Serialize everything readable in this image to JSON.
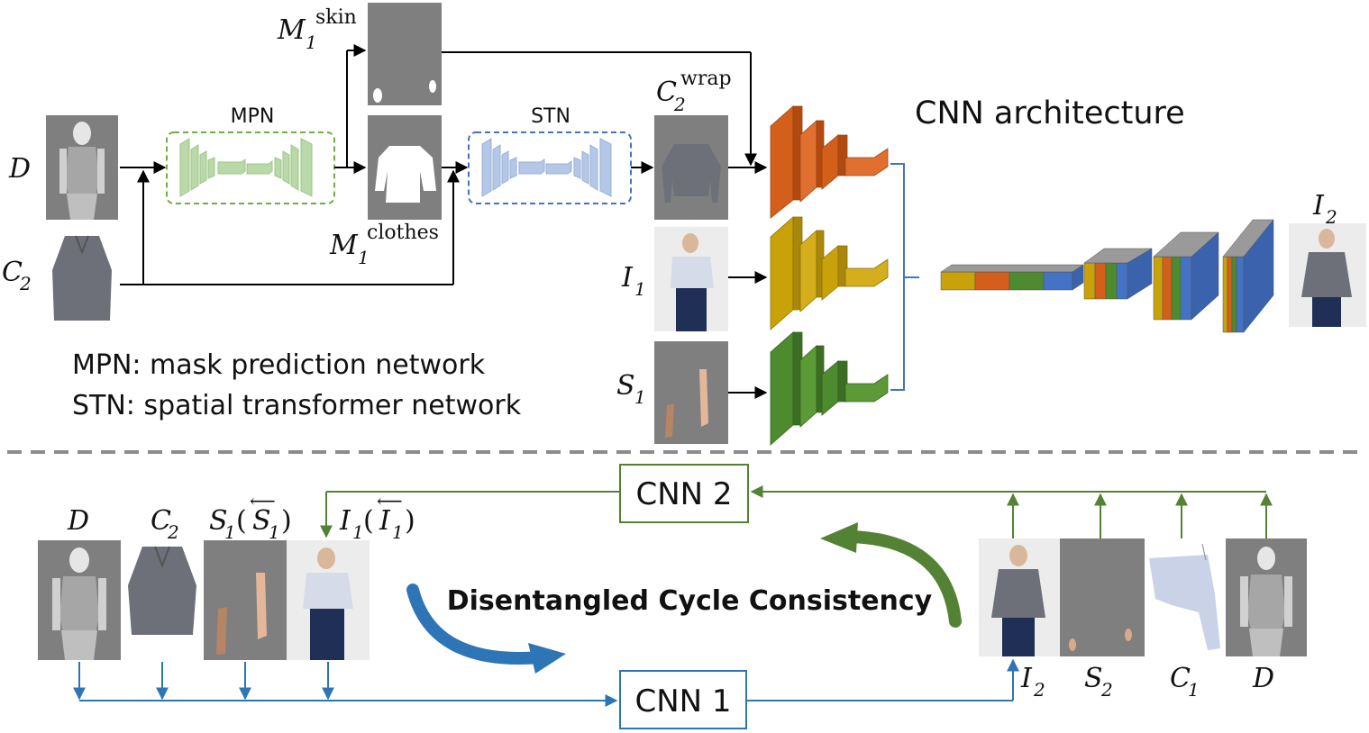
{
  "title": "CNN architecture",
  "legend": {
    "mpn": "MPN: mask prediction network",
    "stn": "STN: spatial transformer network"
  },
  "modules": {
    "mpn": "MPN",
    "stn": "STN"
  },
  "cycle": {
    "cnn1": "CNN 1",
    "cnn2": "CNN 2",
    "label": "Disentangled Cycle Consistency"
  },
  "symbols": {
    "D": "D",
    "C": "C",
    "M": "M",
    "I": "I",
    "S": "S",
    "sub1": "1",
    "sub2": "2",
    "skin": "skin",
    "clothes": "clothes",
    "wrap": "wrap",
    "lparen": "(",
    "rparen": ")",
    "arrow_over": "⟵"
  },
  "colors": {
    "mpn_block": "#b9d9a8",
    "mpn_border": "#70ad47",
    "stn_block": "#b4c7e7",
    "stn_border": "#4472c4",
    "orange": "#d45f1a",
    "yellow": "#c9a20a",
    "green": "#4e8a2e",
    "blue": "#4472c4",
    "cycle_green": "#548235",
    "cycle_blue": "#2e75b6",
    "image_gray": "#808080"
  }
}
